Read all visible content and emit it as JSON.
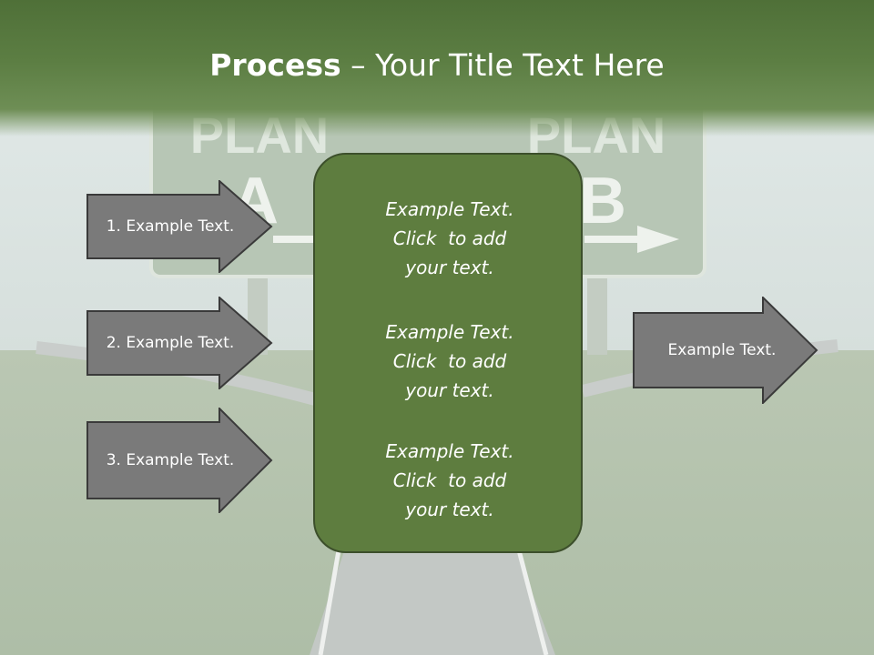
{
  "title": {
    "bold": "Process",
    "rest": " – Your Title Text Here"
  },
  "background": {
    "sign_left_word": "PLAN",
    "sign_left_letter": "A",
    "sign_right_word": "PLAN",
    "sign_right_letter": "B"
  },
  "left_arrows": [
    {
      "label": "1. Example Text."
    },
    {
      "label": "2. Example Text."
    },
    {
      "label": "3. Example Text."
    }
  ],
  "center_blocks": [
    {
      "line1": "Example Text.",
      "line2": "Click  to add",
      "line3": "your text."
    },
    {
      "line1": "Example Text.",
      "line2": "Click  to add",
      "line3": "your text."
    },
    {
      "line1": "Example Text.",
      "line2": "Click  to add",
      "line3": "your text."
    }
  ],
  "right_arrow": {
    "label": "Example Text."
  },
  "colors": {
    "title_bar": "#5c7e43",
    "center_box": "#5e7d3f",
    "arrow_fill": "#7a7a7a",
    "arrow_stroke": "#3a3a3a"
  }
}
